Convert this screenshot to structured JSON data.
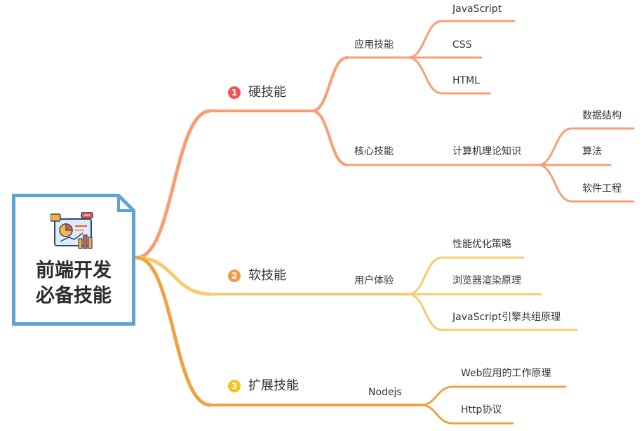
{
  "root": {
    "title": "前端开发\n必备技能",
    "icon": "presentation-chart-icon"
  },
  "colors": {
    "branch_hard": "#FA9D74",
    "branch_soft": "#F7CB70",
    "branch_ext": "#EFA33E",
    "root_border": "#5DA4D6",
    "badge_1": "#F05352",
    "badge_2": "#F79A43",
    "badge_3": "#F3C520"
  },
  "branches": [
    {
      "label": "硬技能",
      "badge": "1",
      "children": [
        {
          "label": "应用技能",
          "children": [
            "JavaScript",
            "CSS",
            "HTML"
          ]
        },
        {
          "label": "核心技能",
          "children": [
            {
              "label": "计算机理论知识",
              "children": [
                "数据结构",
                "算法",
                "软件工程"
              ]
            }
          ]
        }
      ]
    },
    {
      "label": "软技能",
      "badge": "2",
      "children": [
        {
          "label": "用户体验",
          "children": [
            "性能优化策略",
            "浏览器渲染原理",
            "JavaScript引擎共组原理"
          ]
        }
      ]
    },
    {
      "label": "扩展技能",
      "badge": "3",
      "children": [
        {
          "label": "Nodejs",
          "children": [
            "Web应用的工作原理",
            "Http协议"
          ]
        }
      ]
    }
  ]
}
